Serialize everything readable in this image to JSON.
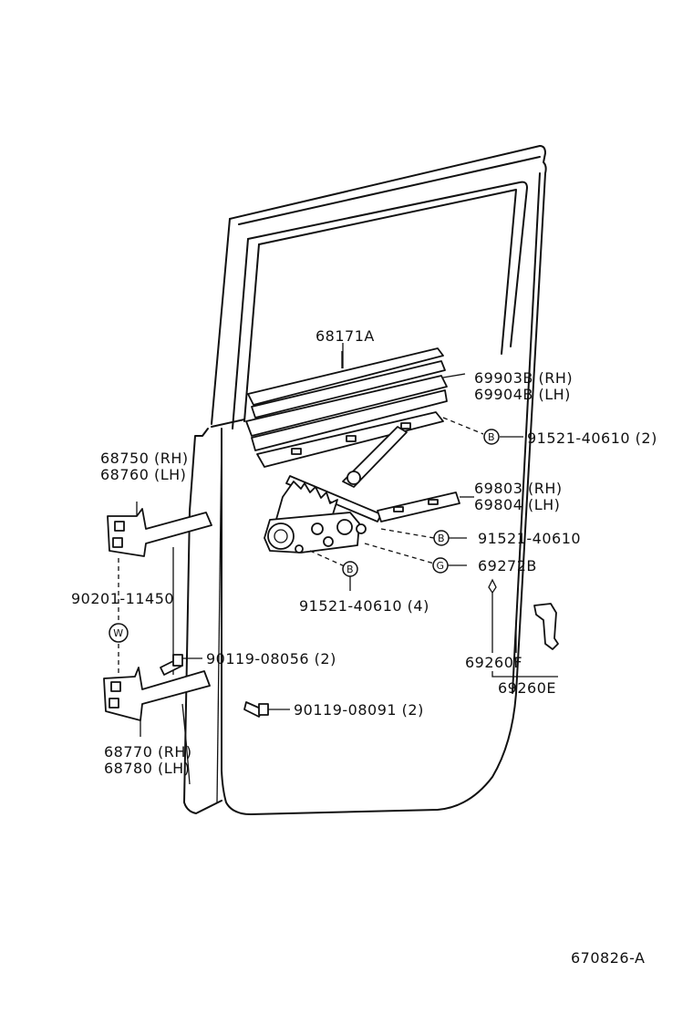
{
  "labels": {
    "p68171a": "68171A",
    "p69903b": "69903B (RH)",
    "p69904b": "69904B (LH)",
    "p91521_2": "91521-40610 (2)",
    "p68750": "68750 (RH)",
    "p68760": "68760 (LH)",
    "p69803": "69803 (RH)",
    "p69804": "69804 (LH)",
    "p91521": "91521-40610",
    "p69272b": "69272B",
    "p91521_4": "91521-40610 (4)",
    "p90201": "90201-11450",
    "p90119_056": "90119-08056 (2)",
    "p90119_091": "90119-08091 (2)",
    "p69260f": "69260F",
    "p69260e": "69260E",
    "p68770": "68770 (RH)",
    "p68780": "68780 (LH)",
    "figure_code": "670826-A"
  },
  "badges": {
    "b": "B",
    "w": "W",
    "g": "G"
  }
}
